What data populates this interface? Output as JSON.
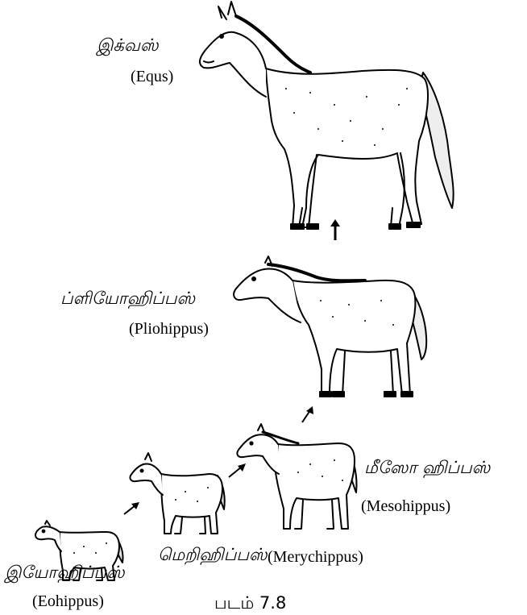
{
  "stages": {
    "equus": {
      "tamil": "இக்வஸ்",
      "english": "(Equs)"
    },
    "pliohippus": {
      "tamil": "ப்ளியோஹிப்பஸ்",
      "english": "(Pliohippus)"
    },
    "mesohippus": {
      "tamil": "மீஸோ ஹிப்பஸ்",
      "english": "(Mesohippus)"
    },
    "merychippus": {
      "tamil": "மெறிஹிப்பஸ்",
      "english": "(Merychippus)"
    },
    "eohippus": {
      "tamil": "இயோஹிப்பஸ்",
      "english": "(Eohippus)"
    }
  },
  "figure_caption": "படம் 7.8",
  "colors": {
    "ink": "#000000",
    "background": "#ffffff"
  },
  "icons": {
    "equus": "horse-equus-drawing",
    "pliohippus": "horse-pliohippus-drawing",
    "mesohippus": "horse-mesohippus-drawing",
    "merychippus": "horse-merychippus-drawing",
    "eohippus": "horse-eohippus-drawing",
    "arrow": "evolution-arrow"
  }
}
